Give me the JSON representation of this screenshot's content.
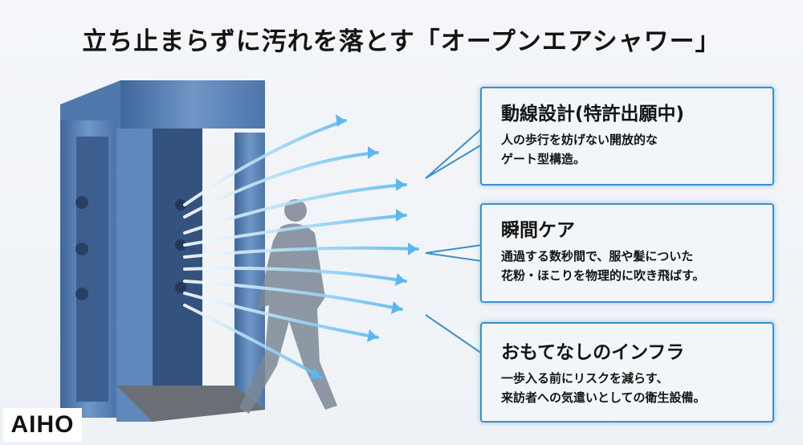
{
  "title": "立ち止まらずに汚れを落とす「オープンエアシャワー」",
  "features": [
    {
      "heading": "動線設計(特許出願中)",
      "lines": [
        "人の歩行を妨げない開放的な",
        "ゲート型構造。"
      ]
    },
    {
      "heading": "瞬間ケア",
      "lines": [
        "通過する数秒間で、服や髪についた",
        "花粉・ほこりを物理的に吹き飛ばす。"
      ]
    },
    {
      "heading": "おもてなしのインフラ",
      "lines": [
        "一歩入る前にリスクを減らす、",
        "来訪者への気遣いとしての衛生設備。"
      ]
    }
  ],
  "logo": "AIHO",
  "colors": {
    "booth": "#5b84b8",
    "callout_border": "#3c8fd0",
    "air": "#8fd0f2"
  }
}
